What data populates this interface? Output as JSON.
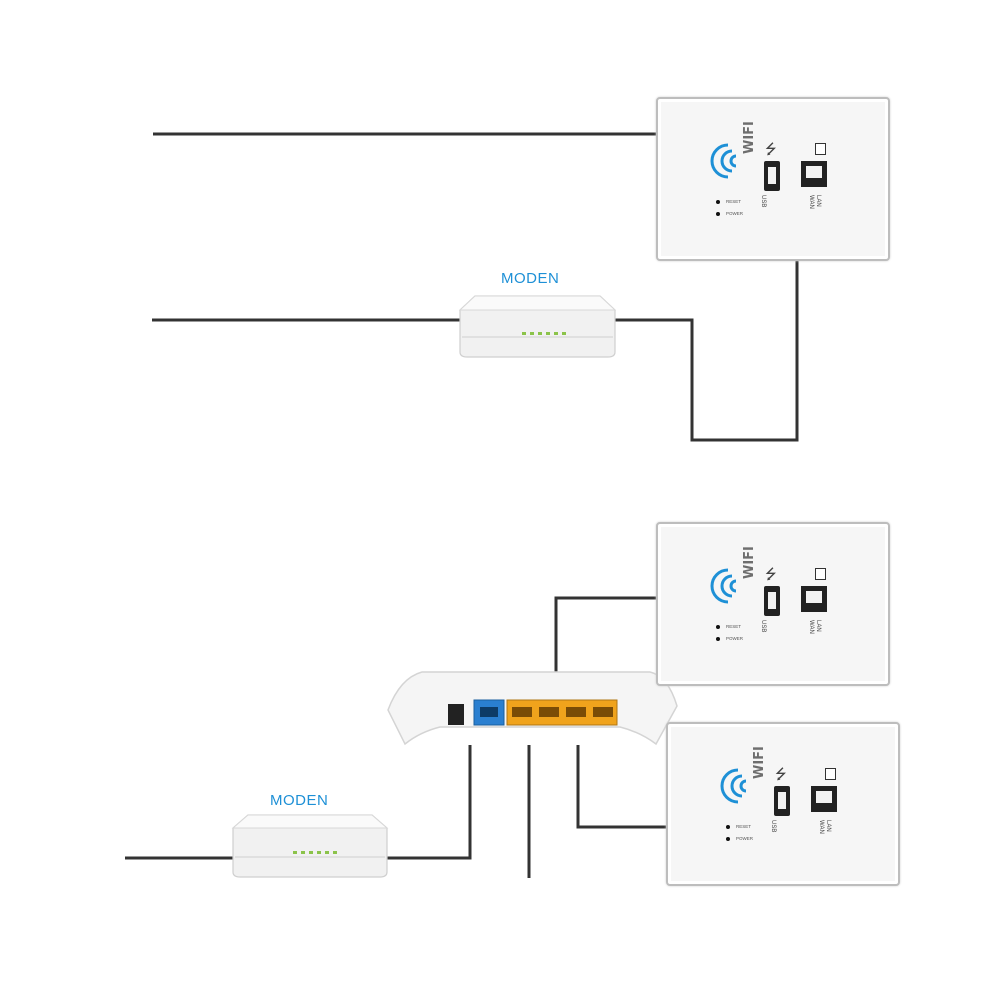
{
  "labels": {
    "moden_top": "MODEN",
    "moden_bottom": "MODEN"
  },
  "panel": {
    "wifi": "WIFI",
    "reset": "RESET",
    "power": "POWER",
    "usb": "USB",
    "lan": "LAN",
    "wan": "WAN"
  },
  "colors": {
    "cable": "#333333",
    "moden_label": "#1e90d6",
    "wifi_waves": "#1e90d6",
    "wan_port": "#2a7fd0",
    "lan_ports": "#f0a31c"
  },
  "icons": [
    "wifi-icon",
    "usb-icon",
    "rj45-port-icon",
    "modem-device",
    "router-device"
  ]
}
